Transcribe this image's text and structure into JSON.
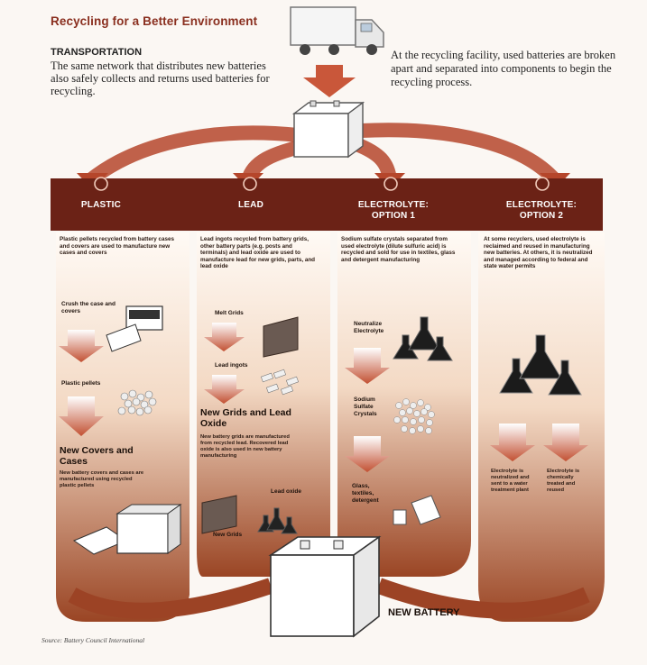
{
  "header": {
    "title": "Recycling for a Better Environment",
    "section_title": "TRANSPORTATION",
    "section_body": "The same network that distributes new batteries also safely collects and returns used batteries for recycling.",
    "facility_text": "At the recycling facility, used batteries are broken apart and separated into components to begin the recycling process."
  },
  "columns": {
    "plastic": {
      "label": "PLASTIC",
      "description": "Plastic pellets recycled from battery cases and covers are used to manufacture new cases and covers",
      "step1": "Crush the case and covers",
      "step2": "Plastic pellets",
      "result": "New Covers and Cases",
      "result_desc": "New battery covers and cases are manufactured using recycled plastic pellets"
    },
    "lead": {
      "label": "LEAD",
      "description": "Lead ingots recycled from battery grids, other battery parts (e.g. posts and terminals) and lead oxide are used to manufacture lead for new grids, parts, and lead oxide",
      "step1": "Melt Grids",
      "step2": "Lead ingots",
      "result": "New Grids and Lead Oxide",
      "result_desc": "New battery grids are manufactured from recycled lead. Recovered lead oxide is also used in new battery manufacturing",
      "label_oxide": "Lead oxide",
      "label_grids": "New Grids"
    },
    "electrolyte1": {
      "label": "ELECTROLYTE: OPTION 1",
      "description": "Sodium sulfate crystals separated from used electrolyte (dilute sulfuric acid) is recycled and sold for use in textiles, glass and detergent manufacturing",
      "step1": "Neutralize Electrolyte",
      "step2": "Sodium Sulfate Crystals",
      "step3": "Glass, textiles, detergent"
    },
    "electrolyte2": {
      "label": "ELECTROLYTE: OPTION 2",
      "description": "At some recyclers, used electrolyte is reclaimed and reused in manufacturing new batteries. At others, it is neutralized and managed according to federal and state water permits",
      "out1": "Electrolyte is neutralized and sent to a water treatment plant",
      "out2": "Electrolyte is chemically treated and reused"
    }
  },
  "footer": {
    "new_battery": "NEW BATTERY",
    "source": "Source: Battery Council International"
  },
  "colors": {
    "band": "#6b2216",
    "panel_top": "#fdf6f0",
    "panel_bottom": "#9c4a26",
    "arrow": "#c9573a",
    "title": "#8a2f1f"
  }
}
